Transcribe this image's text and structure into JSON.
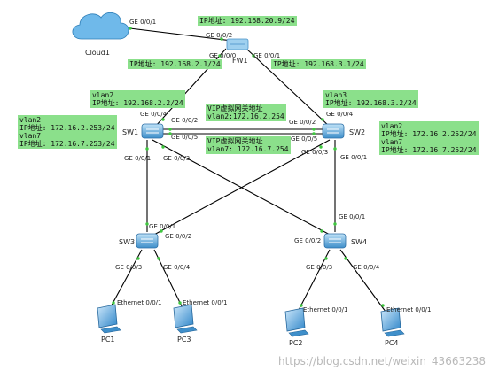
{
  "devices": {
    "cloud": "Cloud1",
    "fw": "FW1",
    "sw1": "SW1",
    "sw2": "SW2",
    "sw3": "SW3",
    "sw4": "SW4",
    "pc1": "PC1",
    "pc2": "PC2",
    "pc3": "PC3",
    "pc4": "PC4"
  },
  "ports": {
    "cloud_g001": "GE 0/0/1",
    "fw_g002": "GE 0/0/2",
    "fw_g000": "GE 0/0/0",
    "fw_g001": "GE 0/0/1",
    "sw1_g004": "GE 0/0/4",
    "sw1_g002": "GE 0/0/2",
    "sw1_g005": "GE 0/0/5",
    "sw1_g001": "GE 0/0/1",
    "sw1_g003": "GE 0/0/3",
    "sw2_g004": "GE 0/0/4",
    "sw2_g002": "GE 0/0/2",
    "sw2_g005": "GE 0/0/5",
    "sw2_g003": "GE 0/0/3",
    "sw2_g001": "GE 0/0/1",
    "sw3_g001": "GE 0/0/1",
    "sw3_g002": "GE 0/0/2",
    "sw3_g003": "GE 0/0/3",
    "sw3_g004": "GE 0/0/4",
    "sw4_g001": "GE 0/0/1",
    "sw4_g002": "GE 0/0/2",
    "sw4_g003": "GE 0/0/3",
    "sw4_g004": "GE 0/0/4",
    "pc1_eth": "Ethernet 0/0/1",
    "pc3_eth": "Ethernet 0/0/1",
    "pc2_eth": "Ethernet 0/0/1",
    "pc4_eth": "Ethernet 0/0/1"
  },
  "notes": {
    "fw_top": "IP地址: 192.168.20.9/24",
    "fw_left": "IP地址: 192.168.2.1/24",
    "fw_right": "IP地址: 192.168.3.1/24",
    "sw1_uplink": "vlan2\nIP地址: 192.168.2.2/24",
    "sw2_uplink": "vlan3\nIP地址: 192.168.3.2/24",
    "sw1_vlans": "vlan2\nIP地址: 172.16.2.253/24\nvlan7\nIP地址: 172.16.7.253/24",
    "sw2_vlans": "vlan2\nIP地址: 172.16.2.252/24\nvlan7\nIP地址: 172.16.7.252/24",
    "vip2": "VIP虚拟网关地址\nvlan2:172.16.2.254",
    "vip7": "VIP虚拟网关地址\nvlan7: 172.16.7.254"
  },
  "watermark": "https://blog.csdn.net/weixin_43663238",
  "colors": {
    "note_bg": "#8be08b",
    "link": "#000000",
    "port_dot": "#3ec63e",
    "switch_body": "#5aa8dc",
    "firewall_body": "#9fd0ef",
    "cloud": "#6fb9ea"
  }
}
